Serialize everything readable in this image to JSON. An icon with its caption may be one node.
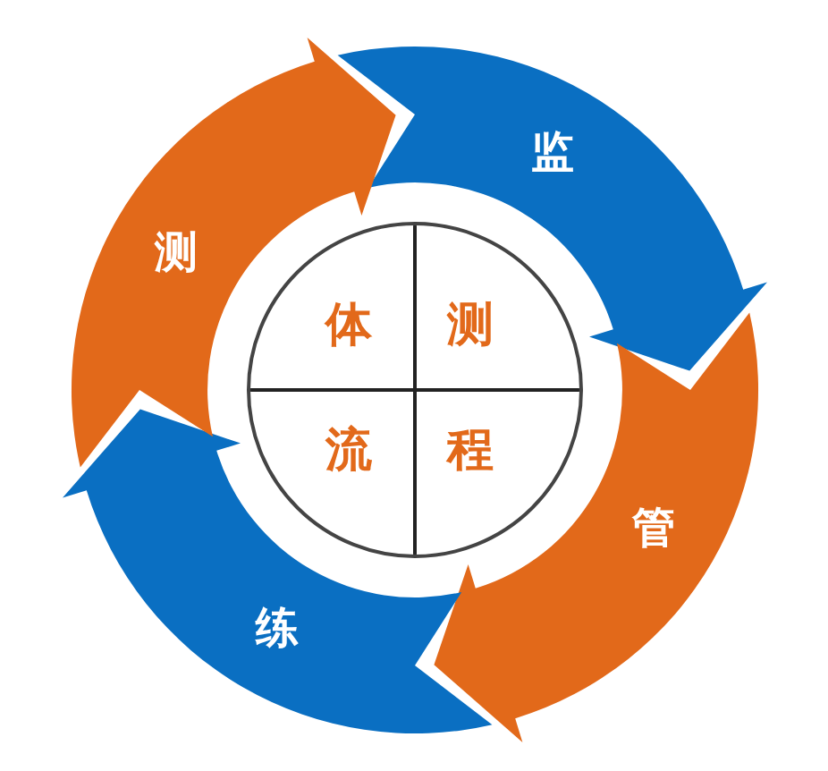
{
  "diagram": {
    "nodes": [
      {
        "text": [],
        "shape": "circle"
      },
      {
        "text": [
          "体"
        ],
        "in": 0
      },
      {
        "text": [
          "测"
        ],
        "in": 0
      },
      {
        "text": [
          "流"
        ],
        "in": 0
      },
      {
        "text": [
          "程"
        ],
        "in": 0
      },
      {
        "text": [
          "监"
        ]
      },
      {
        "text": [
          "管"
        ]
      },
      {
        "text": [
          "练"
        ]
      },
      {
        "text": [
          "测"
        ]
      }
    ],
    "edges": [
      {
        "from": 8,
        "to": 6,
        "arrow": "to",
        "color": "#0a6fc2"
      },
      {
        "from": 5,
        "to": 7,
        "arrow": "to",
        "color": "#e2691a"
      },
      {
        "from": 6,
        "to": 8,
        "arrow": "to",
        "color": "#0a6fc2"
      },
      {
        "from": 7,
        "to": 5,
        "arrow": "to",
        "color": "#e2691a"
      }
    ]
  }
}
